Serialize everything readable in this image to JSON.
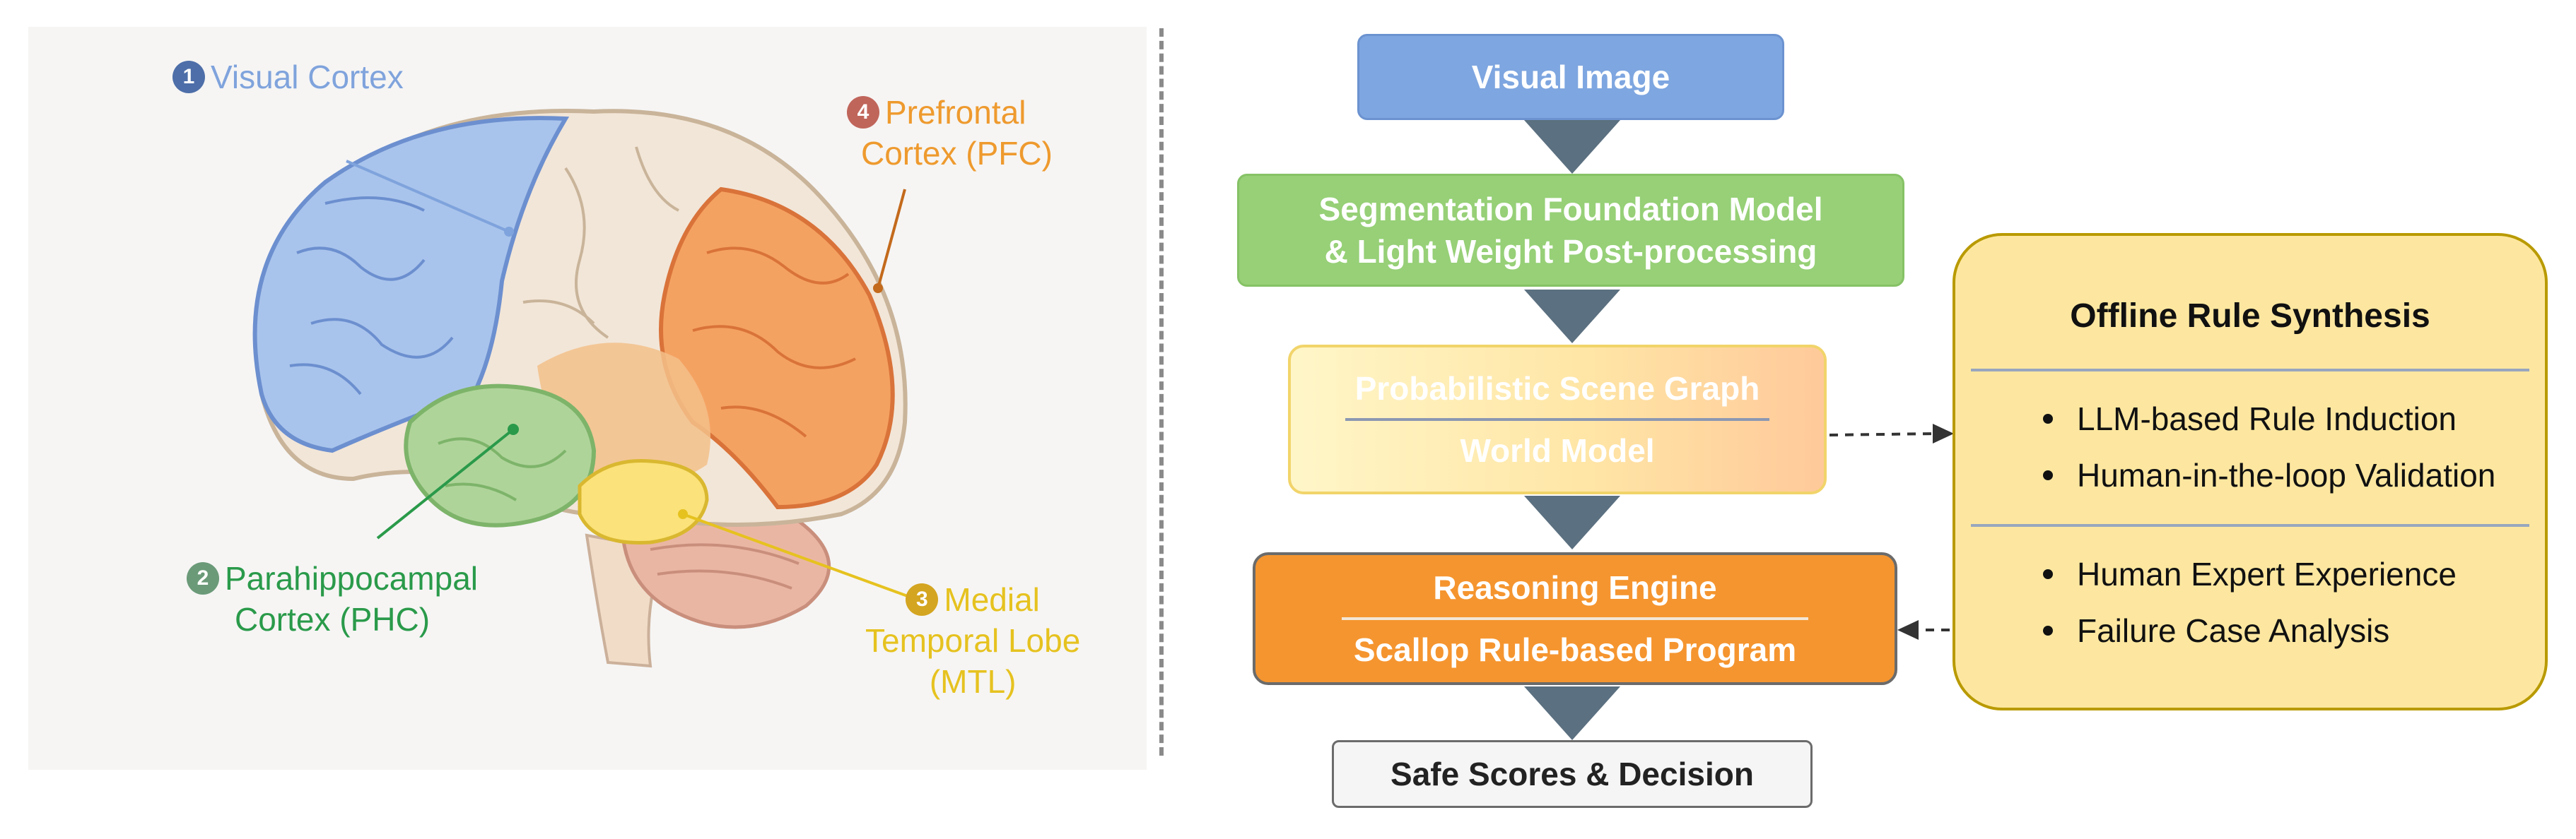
{
  "brain": {
    "regions": [
      {
        "num": "1",
        "label_lines": [
          "Visual Cortex"
        ],
        "color": "#7fa3dc",
        "badge_color": "#4d6ea8"
      },
      {
        "num": "2",
        "label_lines": [
          "Parahippocampal",
          "Cortex (PHC)"
        ],
        "color": "#2a9a4a",
        "badge_color": "#6b9a78"
      },
      {
        "num": "3",
        "label_lines": [
          "Medial",
          "Temporal Lobe",
          "(MTL)"
        ],
        "color": "#e6c21f",
        "badge_color": "#d4a520"
      },
      {
        "num": "4",
        "label_lines": [
          "Prefrontal",
          "Cortex (PFC)"
        ],
        "color": "#ee9a2e",
        "badge_color": "#c0655a"
      }
    ]
  },
  "pipeline": {
    "visual_image": "Visual Image",
    "segmentation": [
      "Segmentation Foundation Model",
      "& Light Weight Post-processing"
    ],
    "scene_graph": "Probabilistic Scene Graph",
    "world_model": "World Model",
    "reasoning_engine": "Reasoning Engine",
    "scallop": "Scallop Rule-based Program",
    "safe_scores": "Safe Scores & Decision"
  },
  "offline": {
    "title": "Offline Rule Synthesis",
    "group1": [
      "LLM-based Rule Induction",
      "Human-in-the-loop Validation"
    ],
    "group2": [
      "Human Expert Experience",
      "Failure Case Analysis"
    ]
  },
  "colors": {
    "visual_image": "#7ea6e0",
    "segmentation": "#97d077",
    "reasoning": "#f5952f",
    "offline_fill": "#fde7a0",
    "offline_border": "#b99a00",
    "connector": "#5b7080"
  }
}
